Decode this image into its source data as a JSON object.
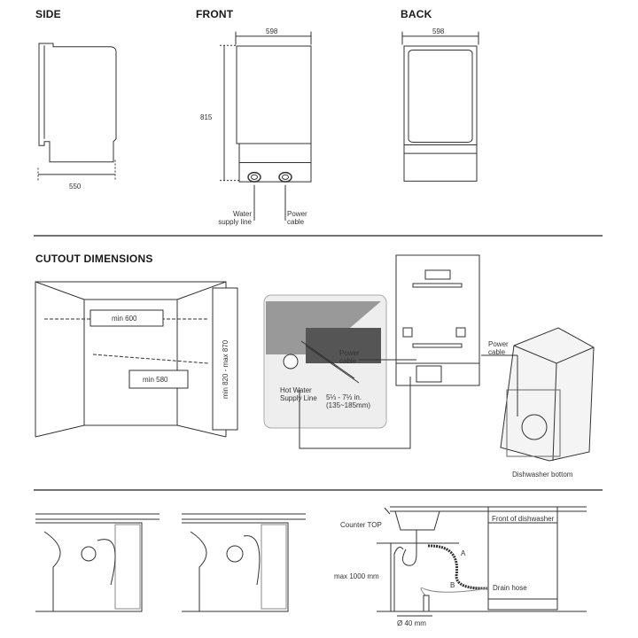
{
  "sections": {
    "side": "SIDE",
    "front": "FRONT",
    "back": "BACK",
    "cutout": "CUTOUT DIMENSIONS"
  },
  "dimensions": {
    "side_depth": "550",
    "front_width": "598",
    "front_height": "815",
    "back_width": "598",
    "cutout_width": "min 600",
    "cutout_depth": "min 580",
    "cutout_height": "min 820 - max 870"
  },
  "labels": {
    "water_supply_line": [
      "Water",
      "supply line"
    ],
    "power_cable_front": [
      "Power",
      "cable"
    ],
    "power_cable_inset": [
      "Power",
      "cable"
    ],
    "hot_water_supply": [
      "Hot Water",
      "Supply Line"
    ],
    "offset": [
      "5⅓ - 7⅓ in.",
      "(135~185mm)"
    ],
    "power_cable_bottom": [
      "Power",
      "cable"
    ],
    "dishwasher_bottom": "Dishwasher bottom",
    "counter_top": "Counter TOP",
    "front_of_dishwasher": "Front of dishwasher",
    "max_height": "max 1000 mm",
    "hose_a": "A",
    "hose_b": "B",
    "drain_hose": "Drain hose",
    "diameter": "Ø 40 mm"
  }
}
